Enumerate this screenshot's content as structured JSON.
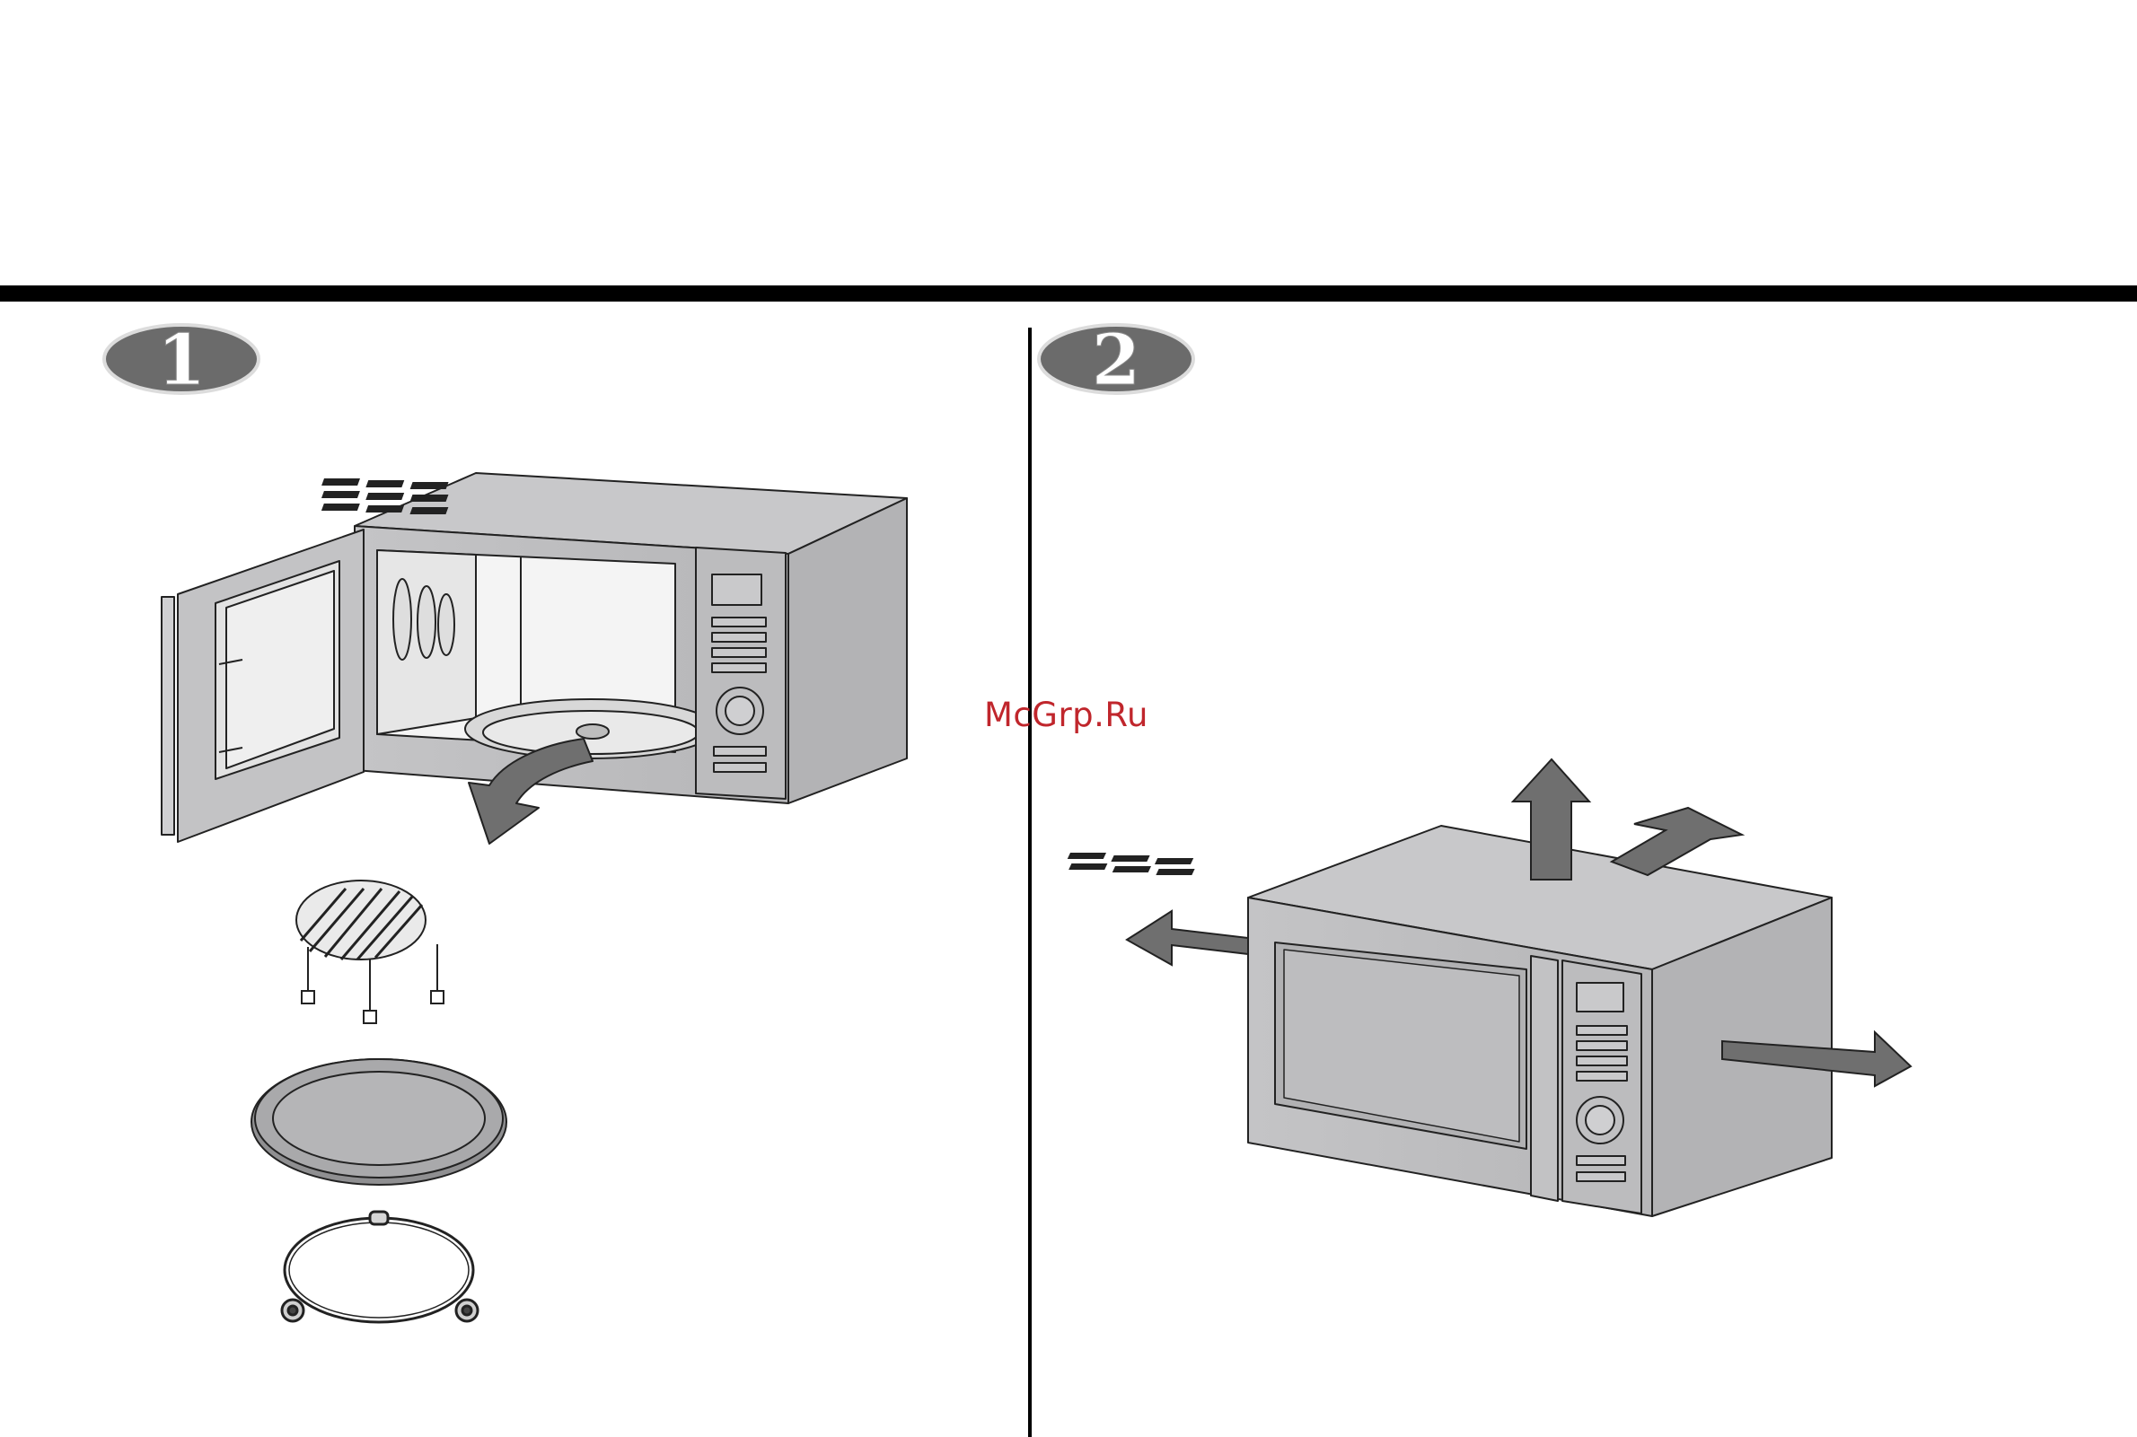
{
  "steps": [
    {
      "number": "1"
    },
    {
      "number": "2"
    }
  ],
  "watermark": {
    "text": "McGrp.Ru"
  },
  "colors": {
    "rule": "#000000",
    "badge_fill": "#6b6b6b",
    "appliance_fill": "#bfbfc1",
    "arrow_fill": "#6f6f6f",
    "watermark": "#c0262c"
  },
  "icons": {
    "step1": [
      "microwave-open-door",
      "removal-arrow",
      "grill-rack",
      "glass-turntable",
      "roller-ring"
    ],
    "step2": [
      "microwave-closed",
      "ventilation-clearance-arrows"
    ]
  }
}
